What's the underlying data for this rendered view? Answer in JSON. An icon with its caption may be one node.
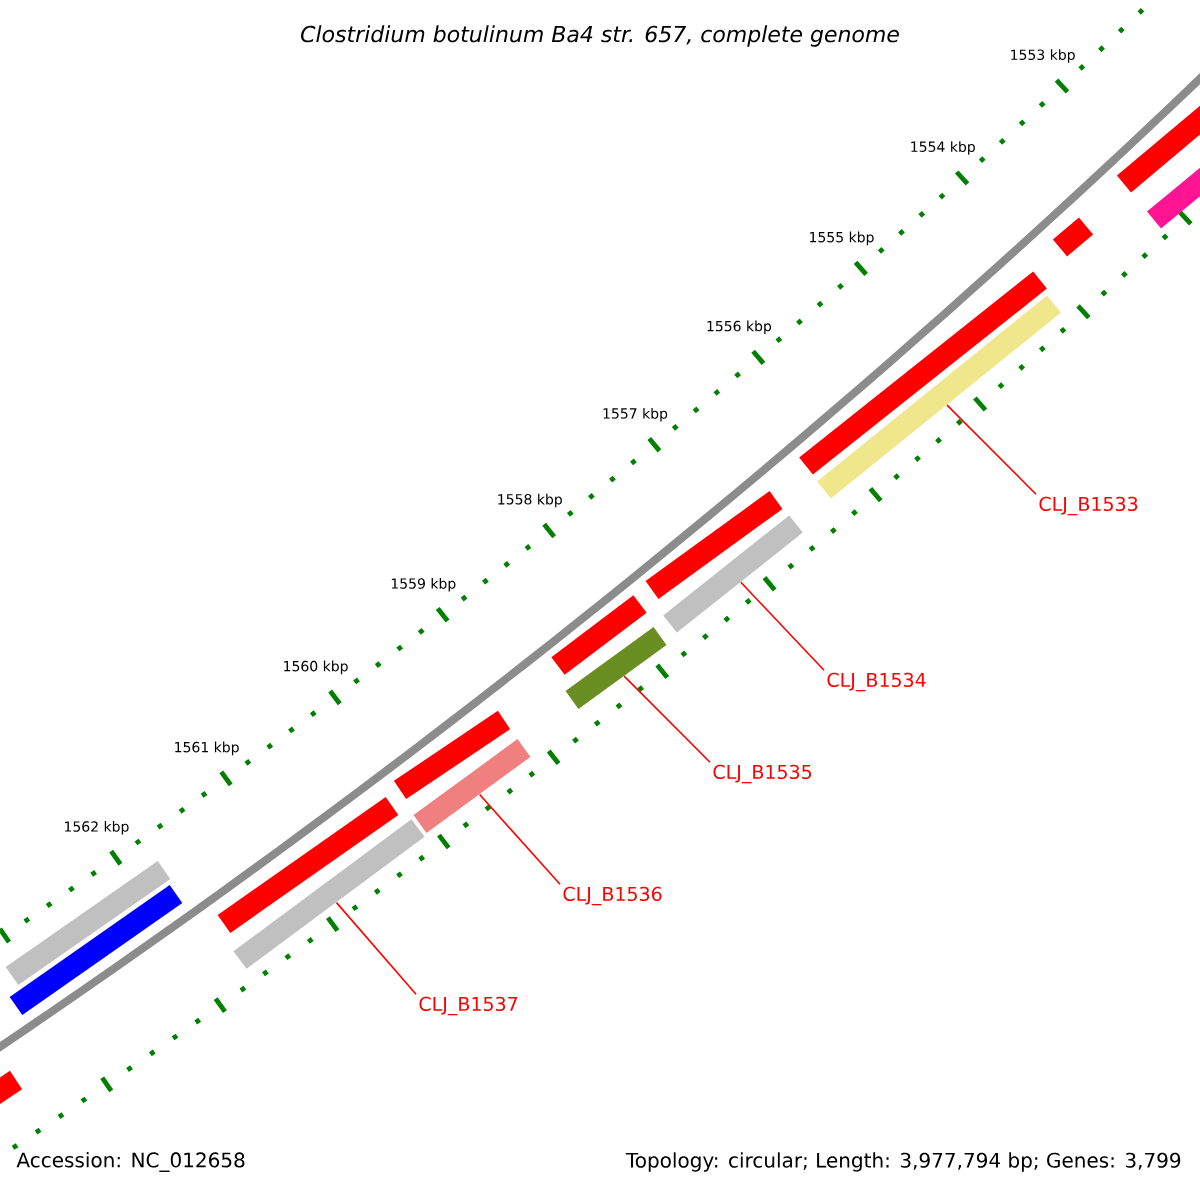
{
  "diagram": {
    "title": "*Clostridium botulinum* Ba4 str. 657, complete genome",
    "nodes": [
      {
        "text": [
          "CLJ_B1533"
        ]
      },
      {
        "text": [
          "CLJ_B1534"
        ]
      },
      {
        "text": [
          "CLJ_B1535"
        ]
      },
      {
        "text": [
          "CLJ_B1536"
        ]
      },
      {
        "text": [
          "CLJ_B1537"
        ]
      },
      {
        "text": [],
        "shape": "bar"
      },
      {
        "text": [],
        "shape": "bar"
      },
      {
        "text": [],
        "shape": "bar"
      },
      {
        "text": [],
        "shape": "bar"
      },
      {
        "text": [],
        "shape": "bar"
      },
      {
        "text": [],
        "shape": "bar"
      },
      {
        "text": [],
        "shape": "bar"
      },
      {
        "text": [],
        "shape": "bar"
      },
      {
        "text": [],
        "shape": "bar"
      },
      {
        "text": [],
        "shape": "bar"
      },
      {
        "text": [],
        "shape": "bar"
      },
      {
        "text": [],
        "shape": "bar"
      },
      {
        "text": [],
        "shape": "bar"
      },
      {
        "text": [],
        "shape": "bar"
      },
      {
        "text": [],
        "shape": "bar"
      },
      {
        "text": [],
        "shape": "bar"
      }
    ],
    "edges": [
      {
        "from": 0,
        "to": 5,
        "arrow": "none"
      },
      {
        "from": 1,
        "to": 6,
        "arrow": "none"
      },
      {
        "from": 2,
        "to": 7,
        "arrow": "none"
      },
      {
        "from": 3,
        "to": 8,
        "arrow": "none"
      },
      {
        "from": 4,
        "to": 9,
        "arrow": "none"
      }
    ],
    "labels": [
      "1553 kbp",
      "1554 kbp",
      "1555 kbp",
      "1556 kbp",
      "1557 kbp",
      "1558 kbp",
      "1559 kbp",
      "1560 kbp",
      "1561 kbp",
      "1562 kbp",
      "Accession: NC_012658",
      "Topology: circular; Length: 3,977,794 bp; Genes: 3,799"
    ]
  }
}
